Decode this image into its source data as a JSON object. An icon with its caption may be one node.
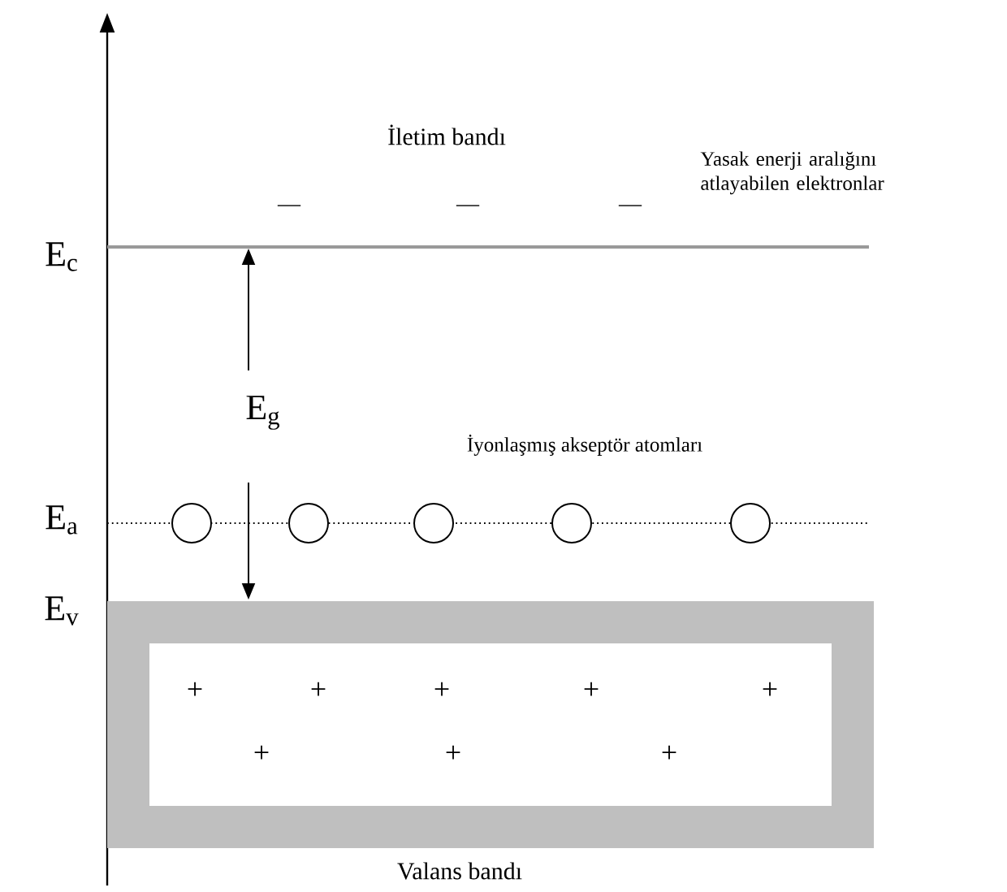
{
  "diagram": {
    "nodes": [
      {
        "text": [
          "Valans bandı"
        ]
      },
      {
        "text": [],
        "shape": "circle"
      },
      {
        "text": [],
        "shape": "circle"
      },
      {
        "text": [],
        "shape": "circle"
      },
      {
        "text": [],
        "shape": "circle"
      },
      {
        "text": [],
        "shape": "circle"
      }
    ],
    "labels": [
      "İletim bandı",
      "Yasak enerji aralığını atlayabilen elektronlar",
      "—",
      "—",
      "—",
      "E$_{c}$",
      "E$_{g}$",
      "İyonlaşmış akseptör atomları",
      "E$_{a}$",
      "E$_{v}$",
      "+",
      "+",
      "+",
      "+",
      "+",
      "+",
      "+",
      "+"
    ]
  }
}
